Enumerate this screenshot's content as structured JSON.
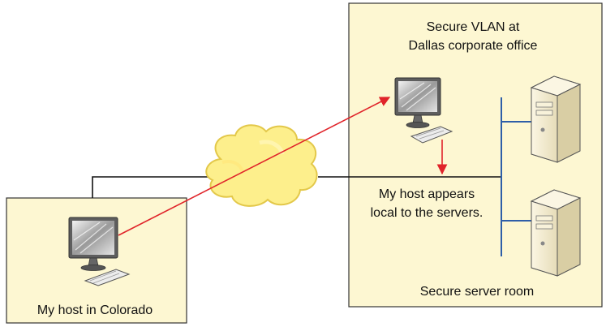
{
  "colors": {
    "panel_fill": "#fdf7d2",
    "panel_stroke": "#333333",
    "cloud_fill": "#fdef8c",
    "cloud_stroke": "#e3c84a",
    "link_line": "#111111",
    "vpn_arrow": "#e0242a",
    "server_bus": "#2e5ea8",
    "monitor_frame": "#5e5e5e",
    "server_case": "#f3ecd2"
  },
  "labels": {
    "office_title_line1": "Secure VLAN at",
    "office_title_line2": "Dallas corporate office",
    "appear_line1": "My host appears",
    "appear_line2": "local to the servers.",
    "server_room": "Secure server room",
    "colorado_host": "My host in Colorado"
  },
  "icons": [
    "computer-icon",
    "computer-icon",
    "server-icon",
    "server-icon",
    "cloud-icon"
  ]
}
